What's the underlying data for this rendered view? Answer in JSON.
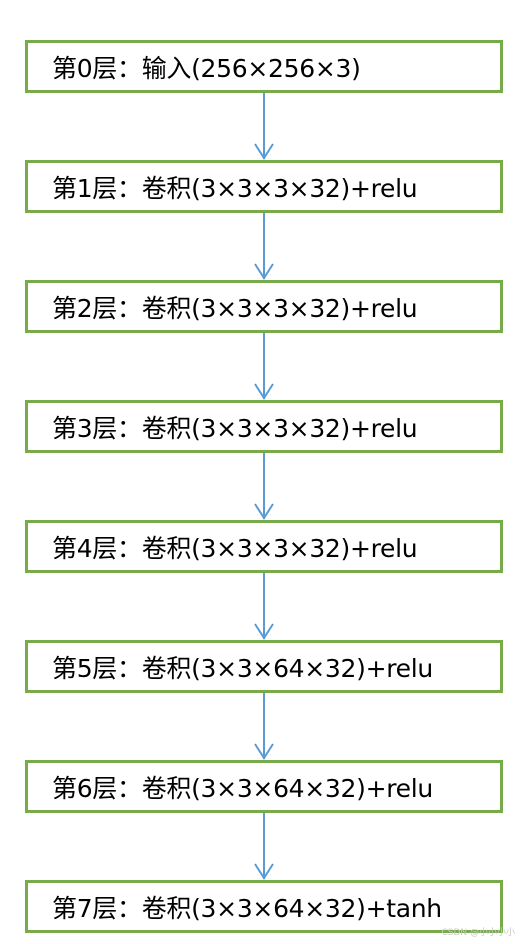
{
  "diagram": {
    "layers": [
      "第0层：输入(256×256×3)",
      "第1层：卷积(3×3×3×32)+relu",
      "第2层：卷积(3×3×3×32)+relu",
      "第3层：卷积(3×3×3×32)+relu",
      "第4层：卷积(3×3×3×32)+relu",
      "第5层：卷积(3×3×64×32)+relu",
      "第6层：卷积(3×3×64×32)+relu",
      "第7层：卷积(3×3×64×32)+tanh"
    ]
  },
  "colors": {
    "box_border": "#77ab4a",
    "arrow": "#5b9bd5"
  },
  "watermark": "CSDN @小小小小"
}
